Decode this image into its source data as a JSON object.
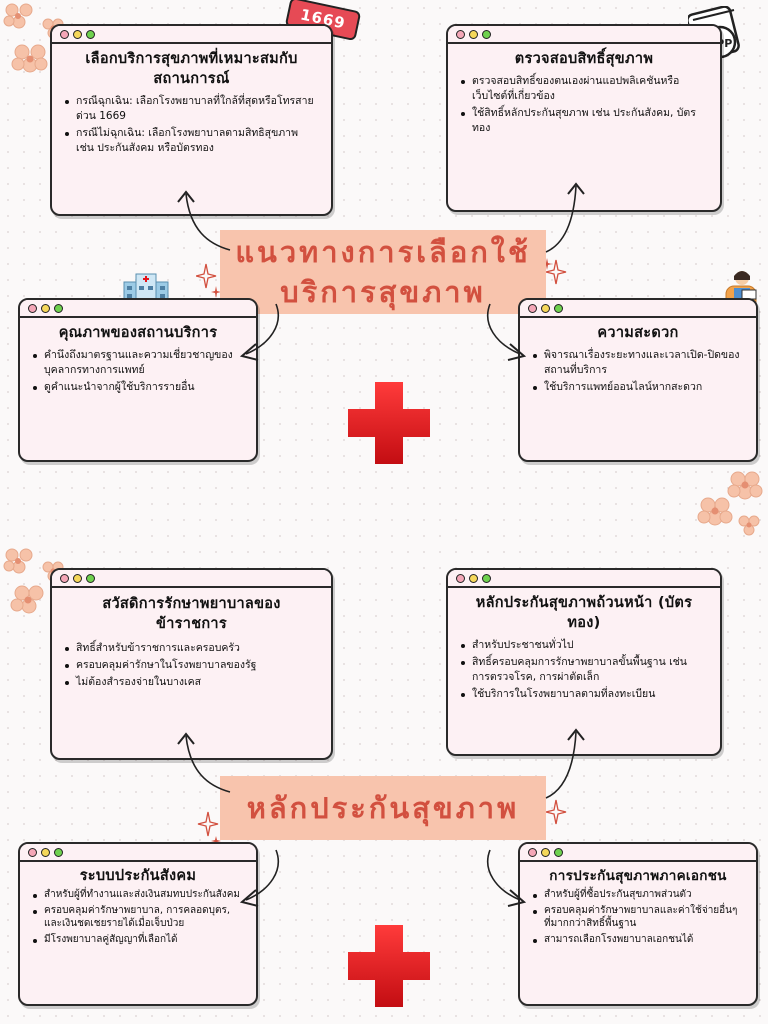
{
  "section1": {
    "banner": [
      "แนวทางการเลือกใช้",
      "บริการสุขภาพ"
    ],
    "cards": [
      {
        "title": "เลือกบริการสุขภาพที่เหมาะสมกับสถานการณ์",
        "items": [
          "กรณีฉุกเฉิน: เลือกโรงพยาบาลที่ใกล้ที่สุดหรือโทรสายด่วน 1669",
          "กรณีไม่ฉุกเฉิน: เลือกโรงพยาบาลตามสิทธิสุขภาพ เช่น ประกันสังคม หรือบัตรทอง"
        ]
      },
      {
        "title": "ตรวจสอบสิทธิ์สุขภาพ",
        "items": [
          "ตรวจสอบสิทธิ์ของตนเองผ่านแอปพลิเคชันหรือเว็บไซต์ที่เกี่ยวข้อง",
          "ใช้สิทธิ์หลักประกันสุขภาพ เช่น ประกันสังคม, บัตรทอง"
        ]
      },
      {
        "title": "คุณภาพของสถานบริการ",
        "items": [
          "คำนึงถึงมาตรฐานและความเชี่ยวชาญของบุคลากรทางการแพทย์",
          "ดูคำแนะนำจากผู้ใช้บริการรายอื่น"
        ]
      },
      {
        "title": "ความสะดวก",
        "items": [
          "พิจารณาเรื่องระยะทางและเวลาเปิด-ปิดของสถานที่บริการ",
          "ใช้บริการแพทย์ออนไลน์หากสะดวก"
        ]
      }
    ]
  },
  "section2": {
    "banner": "หลักประกันสุขภาพ",
    "cards": [
      {
        "title": "สวัสดิการรักษาพยาบาลของข้าราชการ",
        "items": [
          "สิทธิ์สำหรับข้าราชการและครอบครัว",
          "ครอบคลุมค่ารักษาในโรงพยาบาลของรัฐ",
          "ไม่ต้องสำรองจ่ายในบางเคส"
        ]
      },
      {
        "title": "หลักประกันสุขภาพถ้วนหน้า (บัตรทอง)",
        "items": [
          "สำหรับประชาชนทั่วไป",
          "สิทธิ์ครอบคลุมการรักษาพยาบาลขั้นพื้นฐาน เช่น การตรวจโรค, การผ่าตัดเล็ก",
          "ใช้บริการในโรงพยาบาลตามที่ลงทะเบียน"
        ]
      },
      {
        "title": "ระบบประกันสังคม",
        "items": [
          "สำหรับผู้ที่ทำงานและส่งเงินสมทบประกันสังคม",
          "ครอบคลุมค่ารักษาพยาบาล, การคลอดบุตร, และเงินชดเชยรายได้เมื่อเจ็บป่วย",
          "มีโรงพยาบาลคู่สัญญาที่เลือกได้"
        ]
      },
      {
        "title": "การประกันสุขภาพภาคเอกชน",
        "items": [
          "สำหรับผู้ที่ซื้อประกันสุขภาพส่วนตัว",
          "ครอบคลุมค่ารักษาพยาบาลและค่าใช้จ่ายอื่นๆ ที่มากกว่าสิทธิ์พื้นฐาน",
          "สามารถเลือกโรงพยาบาลเอกชนได้"
        ]
      }
    ]
  },
  "decor": {
    "hotline_badge": "1669",
    "app_icon_label": "APP",
    "colors": {
      "accent": "#d2503f",
      "banner_bg": "#f8c4ad",
      "card_bg": "#fdf1f4",
      "cross": "#e5141a"
    }
  }
}
